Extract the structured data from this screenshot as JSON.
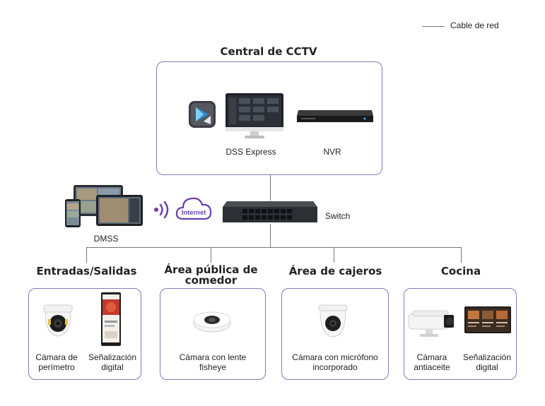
{
  "legend": {
    "label": "Cable de red"
  },
  "central": {
    "title": "Central de CCTV",
    "dss_label": "DSS Express",
    "nvr_label": "NVR"
  },
  "network": {
    "dmss_label": "DMSS",
    "internet_label": "Internet",
    "switch_label": "Switch"
  },
  "zones": [
    {
      "title": "Entradas/Salidas",
      "items": [
        "Cámara de perímetro",
        "Señalización digital"
      ]
    },
    {
      "title": "Área pública de comedor",
      "items": [
        "Cámara con lente fisheye"
      ]
    },
    {
      "title": "Área de cajeros",
      "items": [
        "Cámara con micrófono incorporado"
      ]
    },
    {
      "title": "Cocina",
      "items": [
        "Cámara antiaceite",
        "Señalización digital"
      ]
    }
  ],
  "colors": {
    "box_border": "#8a76b5",
    "cable": "#777777",
    "wifi": "#6a3fb0"
  }
}
